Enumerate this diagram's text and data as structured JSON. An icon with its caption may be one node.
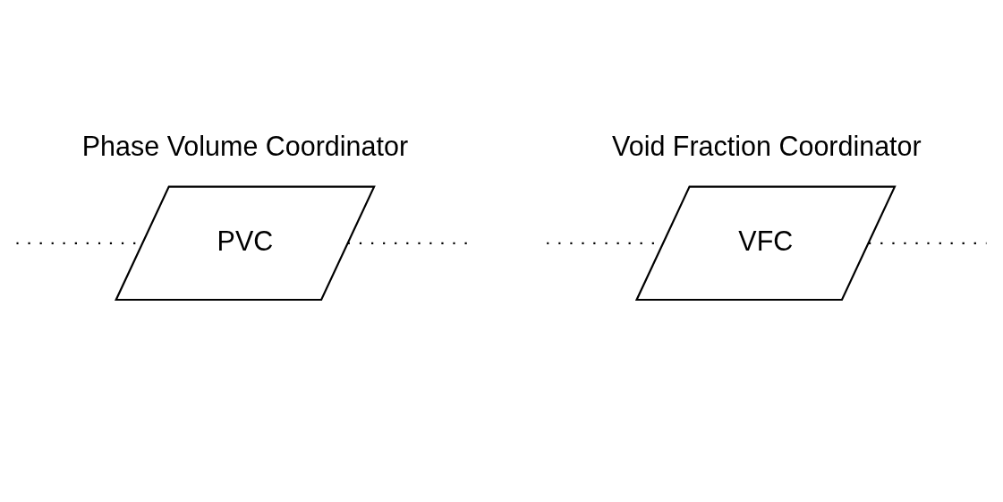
{
  "diagram": {
    "nodes": [
      {
        "text": [
          "Phase Volume Coordinator",
          "PVC"
        ]
      },
      {
        "text": [
          "Void Fraction Coordinator",
          "VFC"
        ]
      }
    ],
    "edges": [
      {
        "from": null,
        "to": 0,
        "arrow": "none",
        "style": "dashed"
      },
      {
        "from": 0,
        "to": null,
        "arrow": "none",
        "style": "dashed"
      },
      {
        "from": null,
        "to": 1,
        "arrow": "none",
        "style": "dashed"
      },
      {
        "from": 1,
        "to": null,
        "arrow": "none",
        "style": "dashed"
      }
    ]
  }
}
